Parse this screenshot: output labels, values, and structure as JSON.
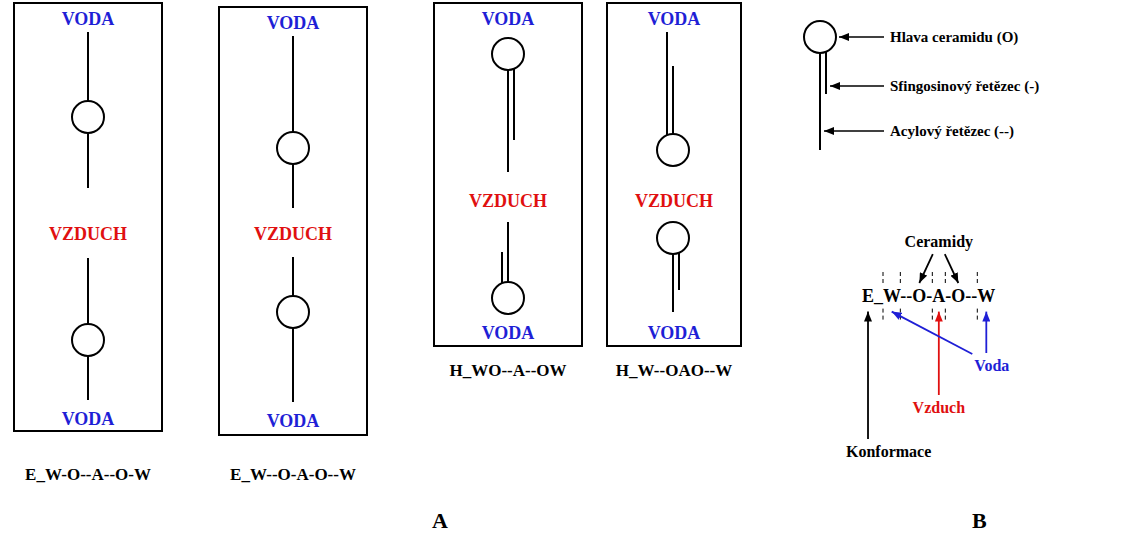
{
  "diagram": {
    "nodes": [
      {
        "text": [
          "VODA",
          "VZDUCH",
          "VODA",
          "E_W-O--A--O-W"
        ]
      },
      {
        "text": [
          "VODA",
          "VZDUCH",
          "VODA",
          "E_W--O-A-O--W"
        ]
      },
      {
        "text": [
          "VODA",
          "VZDUCH",
          "VODA",
          "H_WO--A--OW"
        ]
      },
      {
        "text": [
          "VODA",
          "VZDUCH",
          "VODA",
          "H_W--OAO--W"
        ]
      }
    ],
    "labels": [
      "Hlava ceramidu (O)",
      "Sfingosinový řetězec (-)",
      "Acylový řetězec (--)",
      "Ceramidy",
      "E_W--O-A-O--W",
      "Vzduch",
      "Voda",
      "Konformace",
      "A",
      "B"
    ]
  }
}
